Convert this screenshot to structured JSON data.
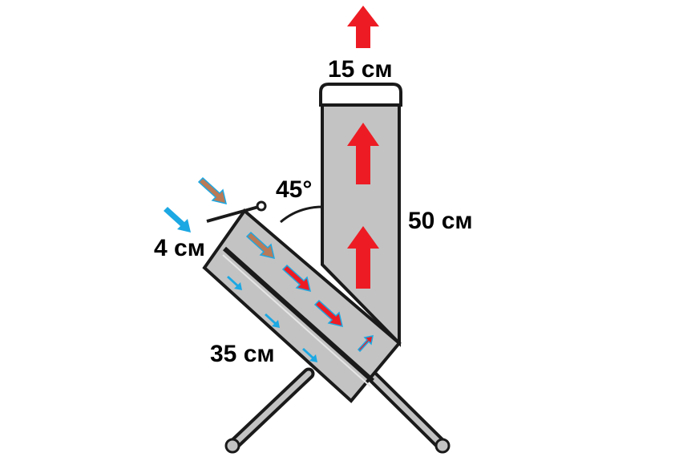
{
  "labels": {
    "top_width": "15 см",
    "chimney_height": "50 см",
    "angle": "45°",
    "inlet_gap": "4 см",
    "feed_length": "35 см"
  },
  "colors": {
    "body_fill": "#c3c3c3",
    "outline": "#1a1a1a",
    "hot_arrow": "#ed1c24",
    "cold_arrow": "#1ca8e3",
    "fuel_arrow": "#b97a57",
    "background": "#ffffff"
  },
  "icons": {
    "hot_air": "up-arrow",
    "cold_air": "diagonal-arrow",
    "fuel": "diagonal-arrow"
  }
}
